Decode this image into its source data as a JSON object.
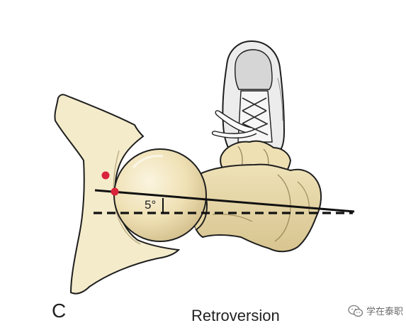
{
  "figure": {
    "panel_letter": "C",
    "caption": "Retroversion",
    "angle_label": "5°"
  },
  "watermark": {
    "text": "学在泰职",
    "icon": "wechat-logo-icon"
  },
  "colors": {
    "background": "#ffffff",
    "bone_fill": "#f2e6c0",
    "bone_shade": "#dccb93",
    "scapula_fill": "#f4ebcb",
    "outline": "#1e1e1e",
    "landmark_dot": "#d9233a",
    "shoe_fill": "#ededed",
    "shoe_shade": "#c9c9c9"
  }
}
